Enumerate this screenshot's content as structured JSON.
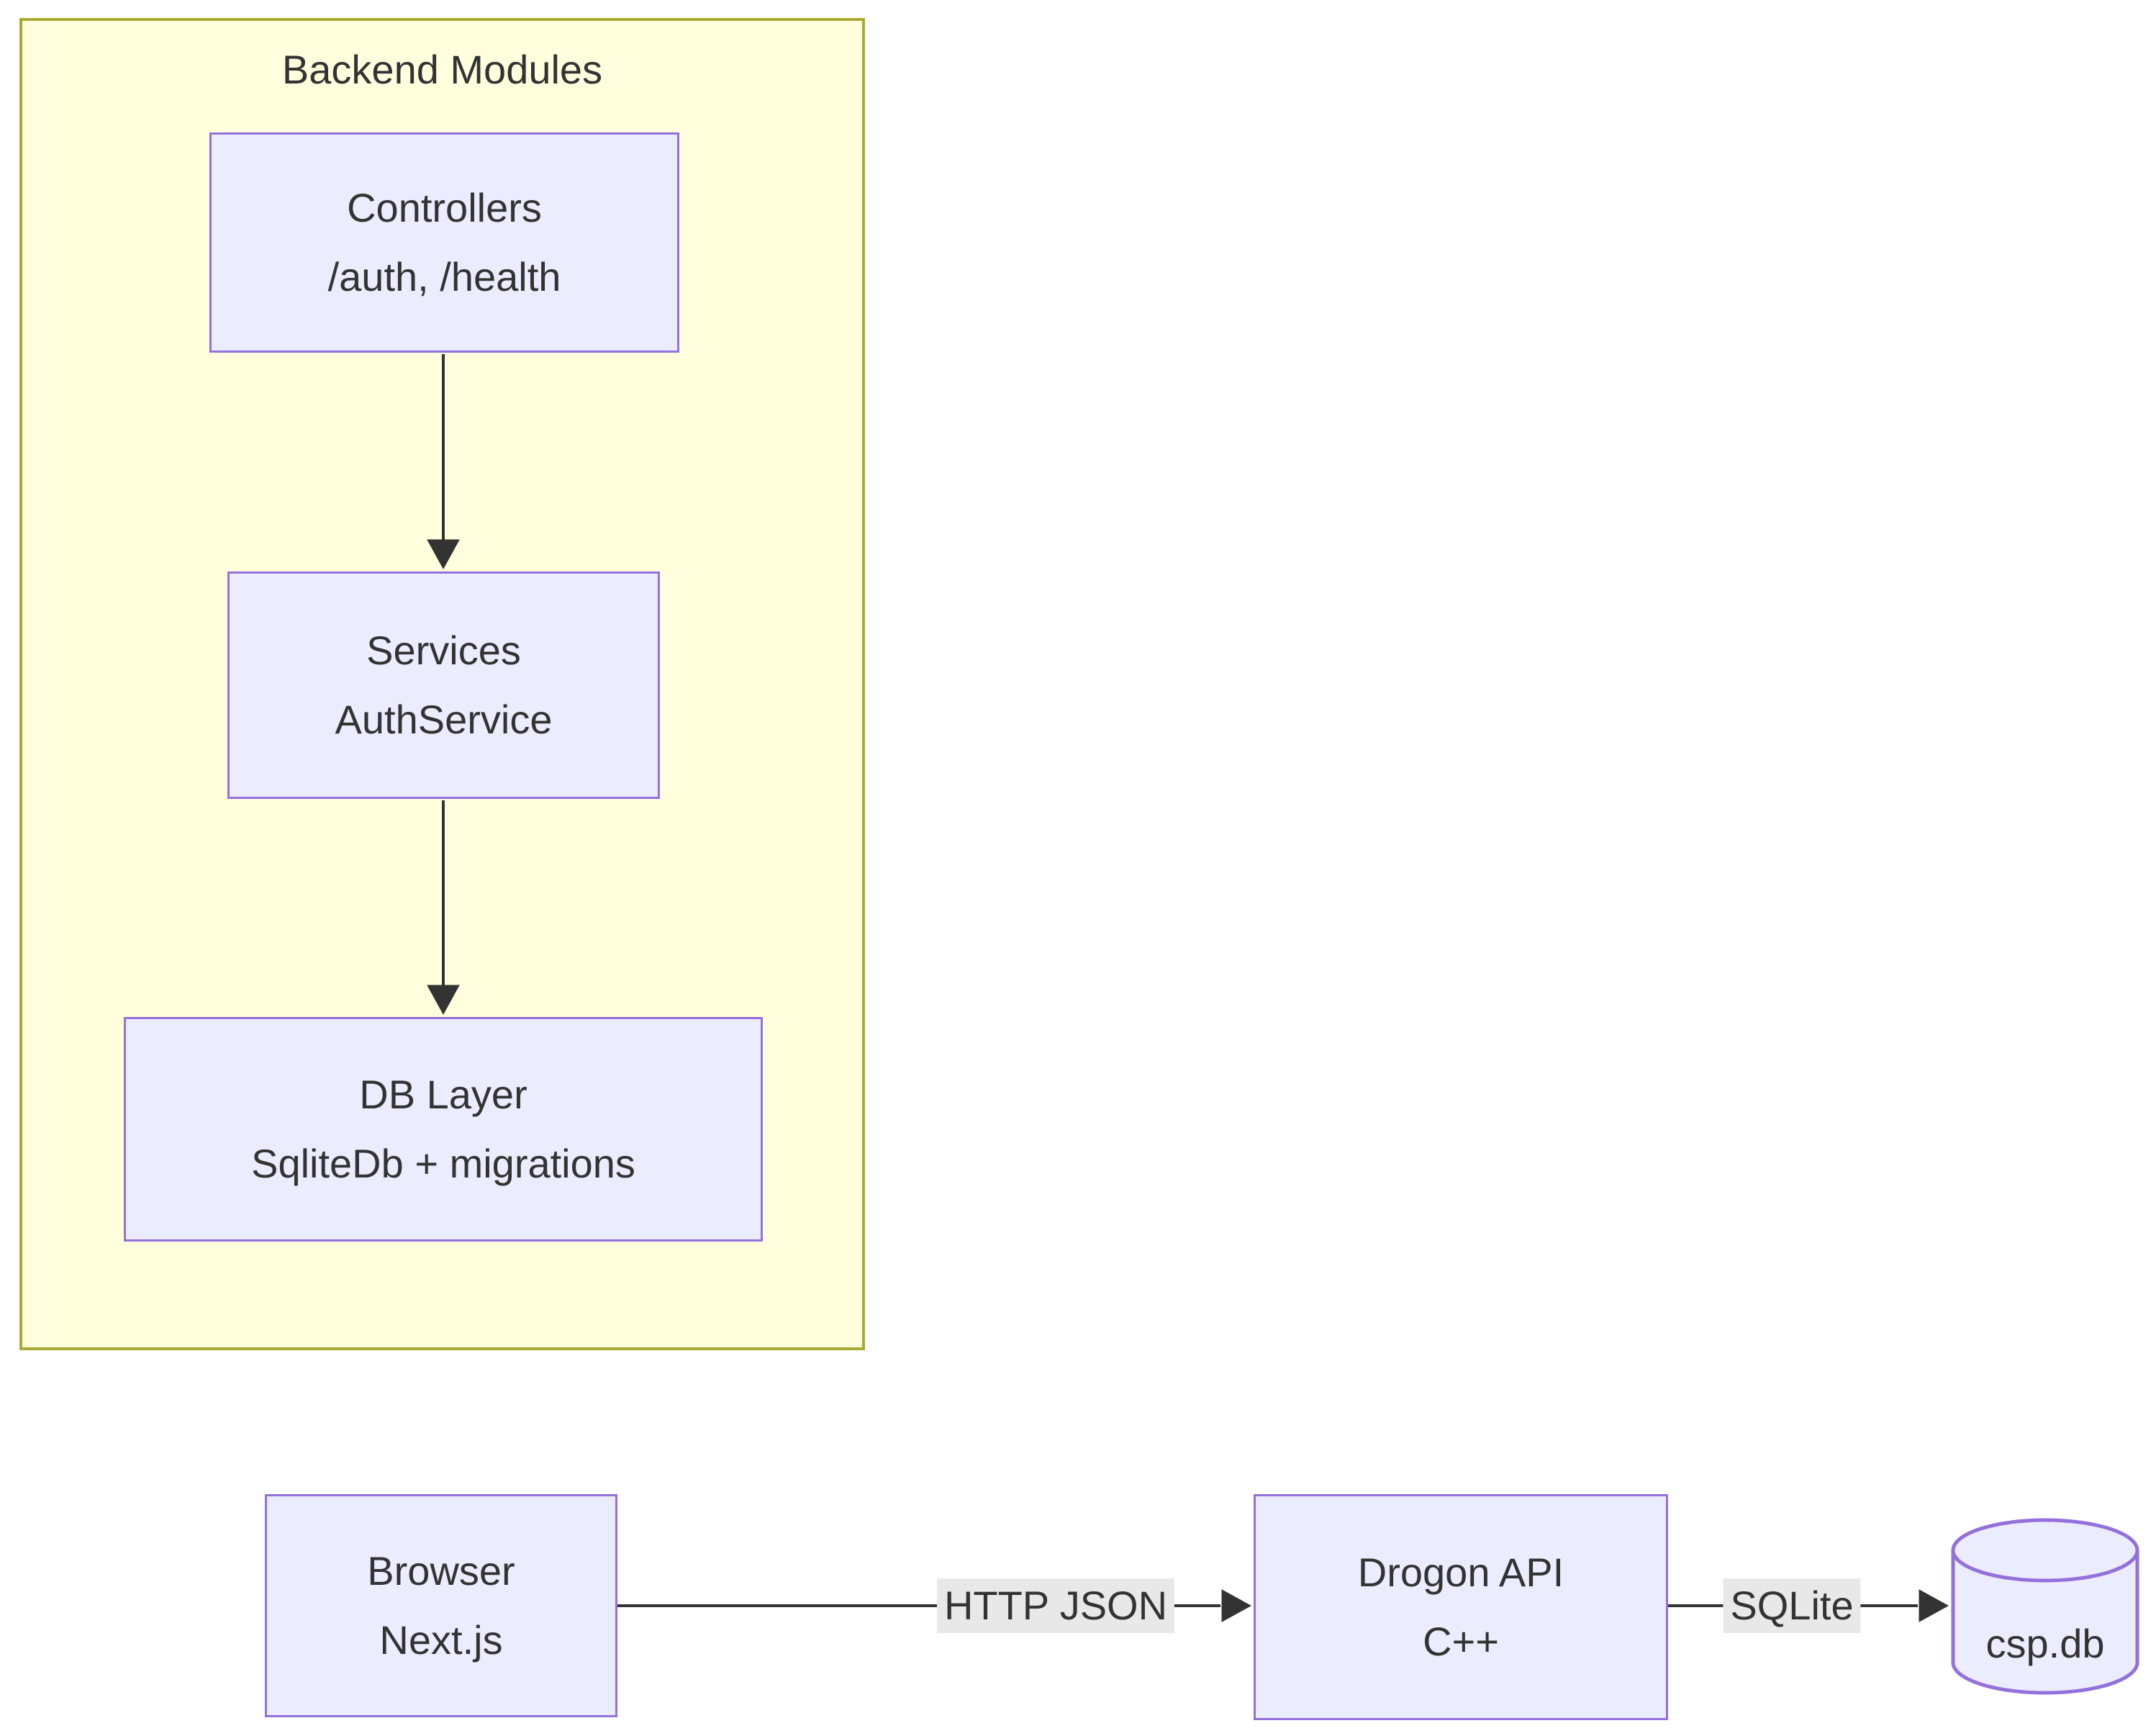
{
  "diagram_type": "flowchart",
  "cluster": {
    "title": "Backend Modules"
  },
  "nodes": {
    "controllers": {
      "line1": "Controllers",
      "line2": "/auth, /health"
    },
    "services": {
      "line1": "Services",
      "line2": "AuthService"
    },
    "db_layer": {
      "line1": "DB Layer",
      "line2": "SqliteDb + migrations"
    },
    "browser": {
      "line1": "Browser",
      "line2": "Next.js"
    },
    "drogon": {
      "line1": "Drogon API",
      "line2": "C++"
    },
    "csp_db": {
      "label": "csp.db"
    }
  },
  "edges": [
    {
      "from": "controllers",
      "to": "services",
      "label": ""
    },
    {
      "from": "services",
      "to": "db_layer",
      "label": ""
    },
    {
      "from": "browser",
      "to": "drogon",
      "label": "HTTP JSON"
    },
    {
      "from": "drogon",
      "to": "csp_db",
      "label": "SQLite"
    }
  ],
  "edge_labels": {
    "http_json": "HTTP JSON",
    "sqlite": "SQLite"
  },
  "colors": {
    "node_fill": "#ECECFF",
    "node_border": "#9370DB",
    "cluster_fill": "#ffffde",
    "cluster_border": "#aaaa33",
    "edge": "#333333",
    "edge_label_bg": "#e8e8e8",
    "text": "#333333",
    "background": "#ffffff"
  }
}
